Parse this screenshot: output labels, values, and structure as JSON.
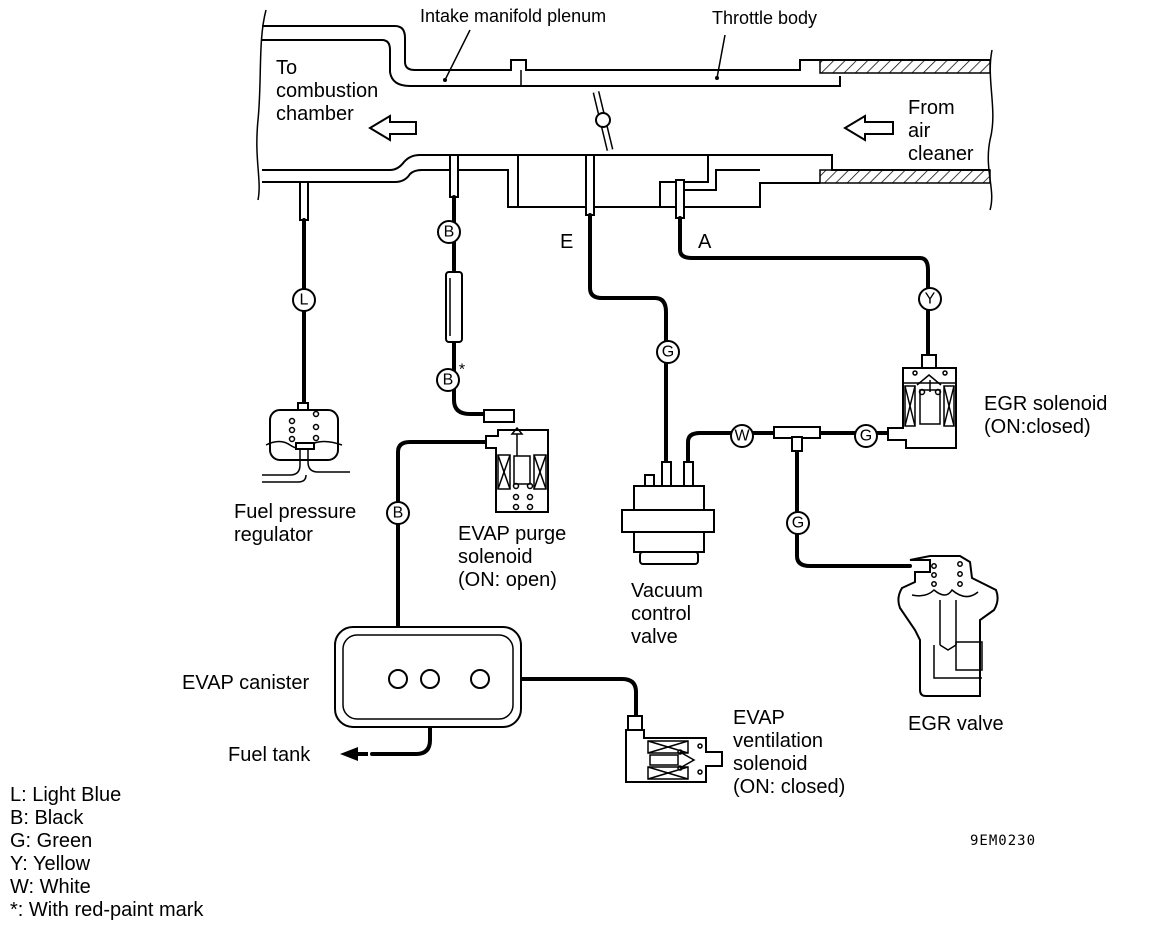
{
  "diagram": {
    "title_labels": {
      "intake_manifold_plenum": "Intake manifold plenum",
      "throttle_body": "Throttle body",
      "to_combustion": [
        "To",
        "combustion",
        "chamber"
      ],
      "from_air_cleaner": [
        "From",
        "air",
        "cleaner"
      ]
    },
    "port_labels": {
      "E": "E",
      "A": "A"
    },
    "components": {
      "fuel_pressure_regulator": [
        "Fuel pressure",
        "regulator"
      ],
      "evap_purge_solenoid": [
        "EVAP purge",
        "solenoid",
        "(ON: open)"
      ],
      "vacuum_control_valve": [
        "Vacuum",
        "control",
        "valve"
      ],
      "egr_solenoid": [
        "EGR solenoid",
        "(ON:closed)"
      ],
      "egr_valve": "EGR valve",
      "evap_canister": "EVAP canister",
      "fuel_tank": "Fuel tank",
      "evap_ventilation_solenoid": [
        "EVAP",
        "ventilation",
        "solenoid",
        "(ON: closed)"
      ]
    },
    "hose_tags": [
      {
        "id": "fpr-hose",
        "code": "L"
      },
      {
        "id": "purge-upper-hose",
        "code": "B"
      },
      {
        "id": "purge-lower-hose",
        "code": "B",
        "mark": "*"
      },
      {
        "id": "canister-purge-hose",
        "code": "B"
      },
      {
        "id": "e-port-hose",
        "code": "G"
      },
      {
        "id": "a-port-hose",
        "code": "Y"
      },
      {
        "id": "vcv-tee-hose",
        "code": "W"
      },
      {
        "id": "tee-egr-solenoid-hose",
        "code": "G"
      },
      {
        "id": "tee-egr-valve-hose",
        "code": "G"
      }
    ],
    "legend": [
      "L: Light Blue",
      "B: Black",
      "G: Green",
      "Y: Yellow",
      "W: White",
      "*: With red-paint mark"
    ],
    "figure_code": "9EM0230"
  }
}
